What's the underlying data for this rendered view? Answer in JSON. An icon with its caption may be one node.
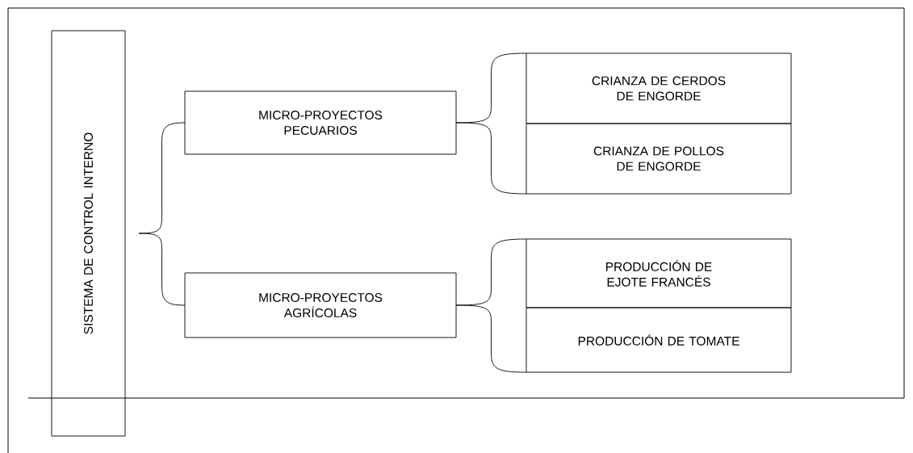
{
  "diagram": {
    "nodes": [
      {
        "text": [
          "SISTEMA DE CONTROL INTERNO"
        ]
      },
      {
        "text": [
          "MICRO-PROYECTOS PECUARIOS"
        ]
      },
      {
        "text": [
          "MICRO-PROYECTOS AGRÍCOLAS"
        ]
      },
      {
        "text": [
          "CRIANZA DE CERDOS DE ENGORDE"
        ]
      },
      {
        "text": [
          "CRIANZA DE POLLOS DE ENGORDE"
        ]
      },
      {
        "text": [
          "PRODUCCIÓN DE EJOTE FRANCÉS"
        ]
      },
      {
        "text": [
          "PRODUCCIÓN DE TOMATE"
        ]
      }
    ],
    "edges": [
      {
        "from": 0,
        "to": 1,
        "arrow": "none"
      },
      {
        "from": 0,
        "to": 2,
        "arrow": "none"
      },
      {
        "from": 1,
        "to": 3,
        "arrow": "none"
      },
      {
        "from": 1,
        "to": 4,
        "arrow": "none"
      },
      {
        "from": 2,
        "to": 5,
        "arrow": "none"
      },
      {
        "from": 2,
        "to": 6,
        "arrow": "none"
      }
    ]
  }
}
